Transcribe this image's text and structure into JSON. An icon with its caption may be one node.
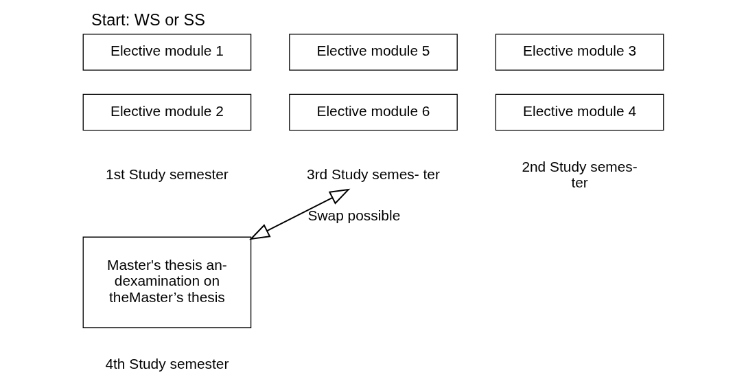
{
  "diagram": {
    "title": "Start: WS or SS",
    "nodes": [
      {
        "text": [
          "Elective module 1"
        ]
      },
      {
        "text": [
          "Elective module 2"
        ],
        "beside": [
          "1st Study semester"
        ]
      },
      {
        "text": [
          "Elective module 3"
        ]
      },
      {
        "text": [
          "Elective module 4"
        ],
        "beside": [
          "2nd Study semes- ter"
        ]
      },
      {
        "text": [
          "Elective module 5"
        ]
      },
      {
        "text": [
          "Elective module 6"
        ]
      },
      {
        "text": [
          "3rd Study semes- ter"
        ]
      },
      {
        "text": [
          "Master's thesis an- dexamination on theMaster’s thesis"
        ],
        "beside": [
          "4th Study semester"
        ]
      }
    ],
    "edges": [
      {
        "from": 7,
        "to": 6,
        "arrow": "both",
        "label": "Swap possible"
      }
    ]
  }
}
